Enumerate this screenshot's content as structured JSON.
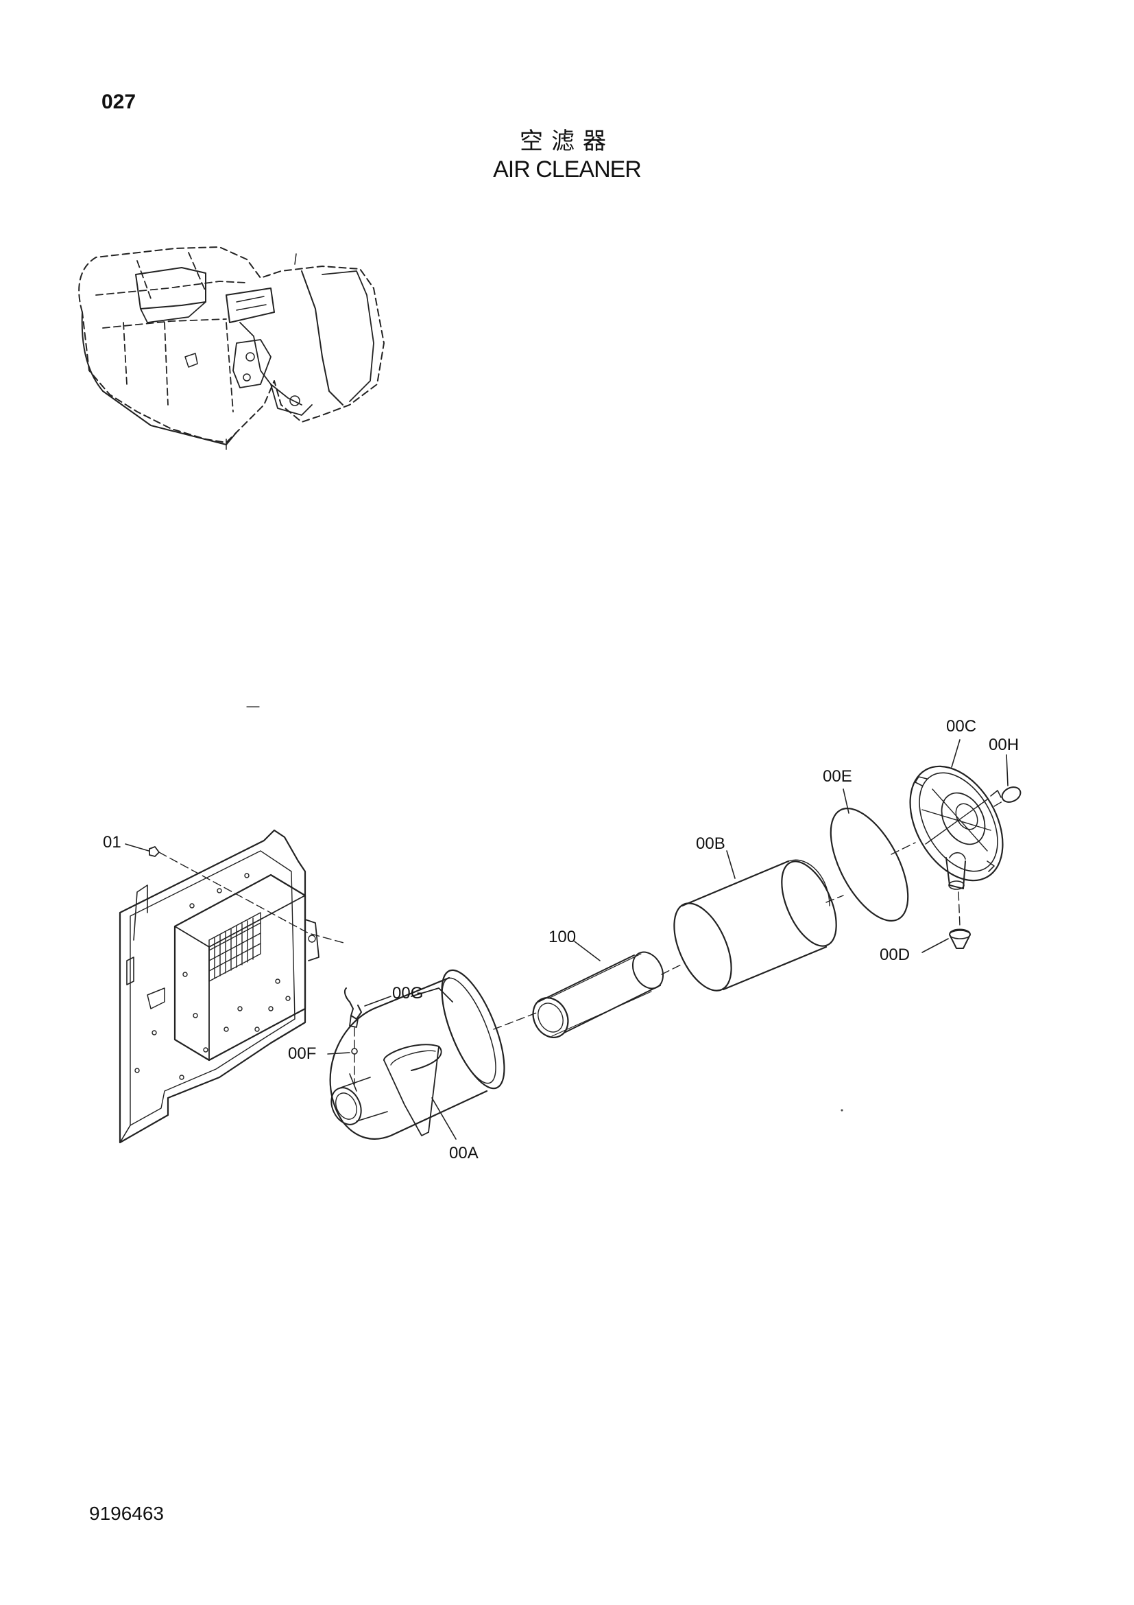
{
  "header": {
    "page_number": "027",
    "title_cn": "空滤器",
    "title_en": "AIR CLEANER"
  },
  "footer": {
    "doc_number": "9196463"
  },
  "callouts": {
    "p01": "01",
    "p00A": "00A",
    "p00B": "00B",
    "p00C": "00C",
    "p00D": "00D",
    "p00E": "00E",
    "p00F": "00F",
    "p00G": "00G",
    "p00H": "00H",
    "p100": "100"
  }
}
